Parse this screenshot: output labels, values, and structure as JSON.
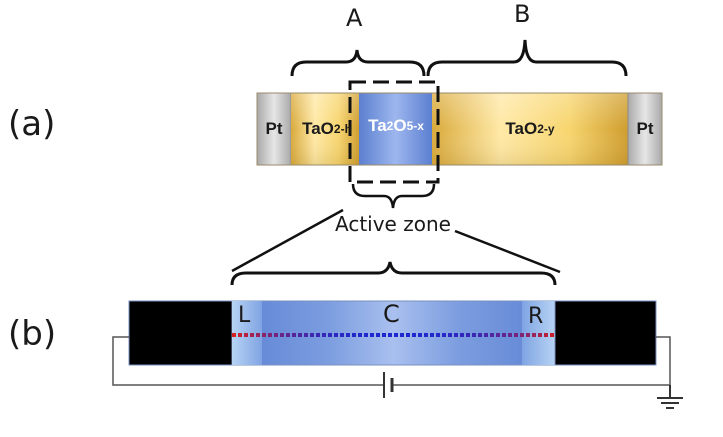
{
  "panel_a": {
    "label": "(a)",
    "segments": [
      {
        "id": "pt-left",
        "text": "Pt"
      },
      {
        "id": "tao2-h",
        "text": "TaO",
        "sub": "2-h"
      },
      {
        "id": "ta2o5-x",
        "text": "Ta",
        "sub1": "2",
        "text2": "O",
        "sub": "5-x"
      },
      {
        "id": "tao2-y",
        "text": "TaO",
        "sub": "2-y"
      },
      {
        "id": "pt-right",
        "text": "Pt"
      }
    ],
    "region_a_label": "A",
    "region_b_label": "B",
    "active_zone_label": "Active zone"
  },
  "panel_b": {
    "label": "(b)",
    "left_label": "L",
    "center_label": "C",
    "right_label": "R"
  },
  "colors": {
    "pt": "#c8c8c8",
    "gold": "#f2cd6a",
    "blue": "#6e8fd6",
    "electrode": "#000000",
    "chain_red": "#d62020",
    "chain_blue": "#1e28d0"
  }
}
